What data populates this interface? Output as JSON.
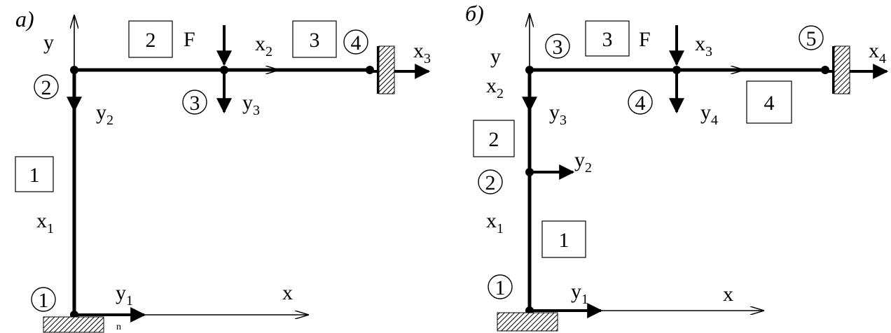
{
  "panel_a": {
    "label": "а)",
    "axis_y": "y",
    "axis_x": "x",
    "force": "F",
    "x1": "x",
    "x1_sub": "1",
    "x2": "x",
    "x2_sub": "2",
    "x3": "x",
    "x3_sub": "3",
    "y1": "y",
    "y1_sub": "1",
    "y2": "y",
    "y2_sub": "2",
    "y3": "y",
    "y3_sub": "3",
    "n_label": "n",
    "nodes": [
      "1",
      "2",
      "3",
      "4"
    ],
    "elements": [
      "1",
      "2",
      "3"
    ]
  },
  "panel_b": {
    "label": "б)",
    "axis_y": "y",
    "axis_x": "x",
    "force": "F",
    "x1": "x",
    "x1_sub": "1",
    "x2": "x",
    "x2_sub": "2",
    "x3": "x",
    "x3_sub": "3",
    "x4": "x",
    "x4_sub": "4",
    "y1": "y",
    "y1_sub": "1",
    "y2": "y",
    "y2_sub": "2",
    "y3": "y",
    "y3_sub": "3",
    "y4": "y",
    "y4_sub": "4",
    "nodes": [
      "1",
      "2",
      "3",
      "4",
      "5"
    ],
    "elements": [
      "1",
      "2",
      "3",
      "4"
    ]
  }
}
